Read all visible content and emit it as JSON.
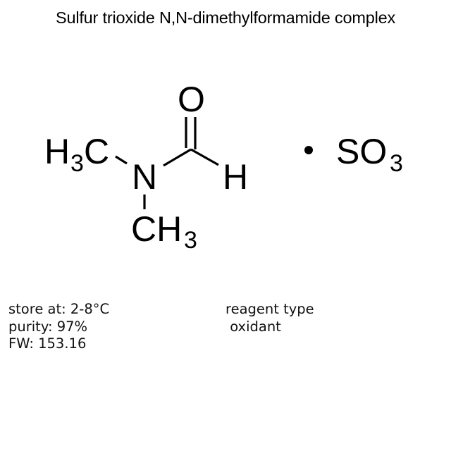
{
  "title": "Sulfur trioxide N,N-dimethylformamide complex",
  "structure": {
    "atoms": {
      "oxygen": "O",
      "nitrogen": "N",
      "hydrogen": "H",
      "methyl_left": {
        "main": "H",
        "sub": "3",
        "tail": "C"
      },
      "methyl_bottom": {
        "main": "CH",
        "sub": "3"
      },
      "adduct_dot": "•",
      "adduct": {
        "main": "SO",
        "sub": "3"
      }
    },
    "bond_color": "#000000"
  },
  "properties": {
    "storage": "store at: 2-8°C",
    "purity": "purity: 97%",
    "fw": "FW: 153.16",
    "reagent_type_label": "reagent type",
    "reagent_type_value": " oxidant"
  }
}
